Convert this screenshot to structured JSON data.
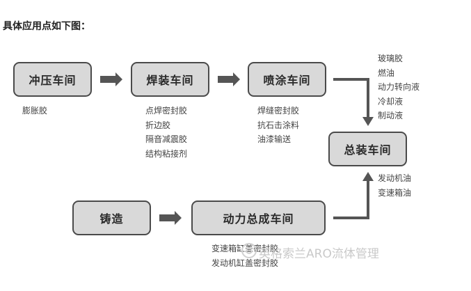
{
  "heading": "具体应用点如下图：",
  "nodes": {
    "stamping": "冲压车间",
    "welding": "焊装车间",
    "painting": "喷涂车间",
    "assembly": "总装车间",
    "casting": "铸造",
    "powertrain": "动力总成车间"
  },
  "notes": {
    "stamping": [
      "膨胀胶"
    ],
    "welding": [
      "点焊密封胶",
      "折边胶",
      "隔音减震胶",
      "结构粘接剂"
    ],
    "painting": [
      "焊缝密封胶",
      "抗石击涂料",
      "油漆输送"
    ],
    "assembly_top": [
      "玻璃胶",
      "燃油",
      "动力转向液",
      "冷却液",
      "制动液"
    ],
    "assembly_bottom": [
      "发动机油",
      "变速箱油"
    ],
    "powertrain": [
      "变速箱缸盖密封胶",
      "发动机缸盖密封胶"
    ]
  },
  "watermark": "英格索兰ARO流体管理",
  "colors": {
    "node_fill": "#d9d9d9",
    "node_border": "#4a4a4a",
    "arrow": "#555555"
  }
}
